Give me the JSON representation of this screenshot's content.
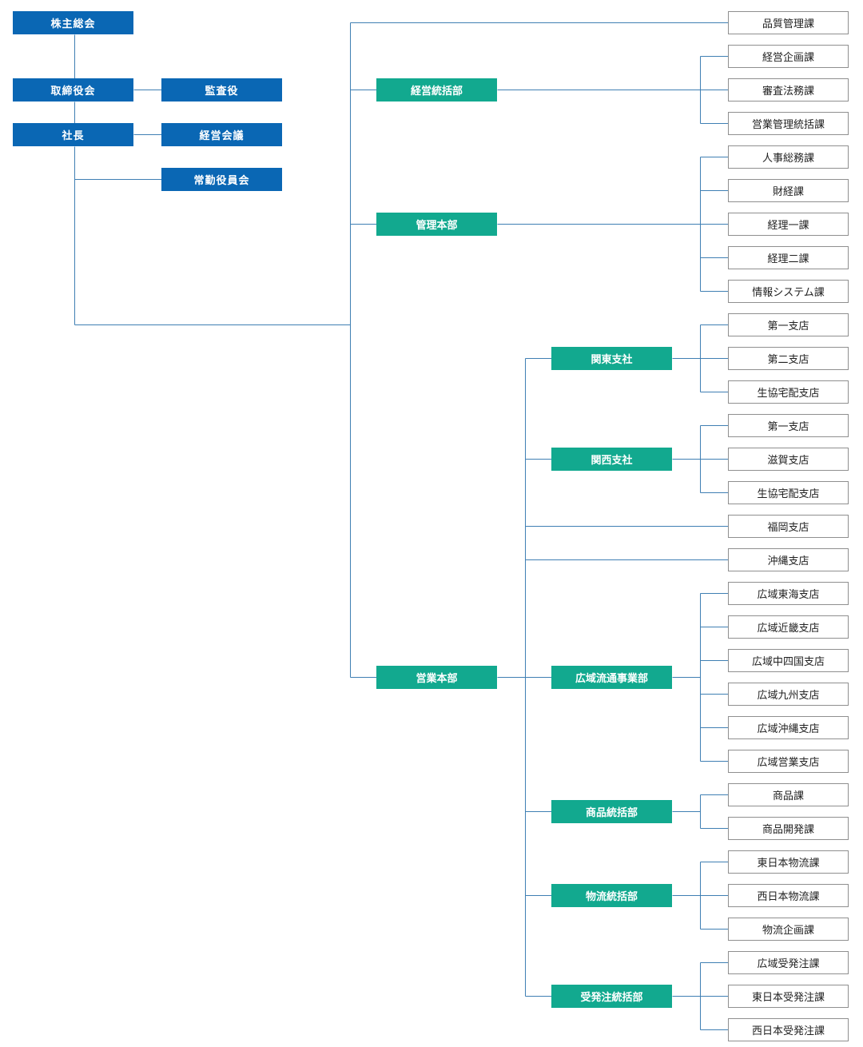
{
  "executive": {
    "shareholders": "株主総会",
    "board": "取締役会",
    "auditor": "監査役",
    "president": "社長",
    "management_council": "経営会議",
    "standing_committee": "常勤役員会"
  },
  "colors": {
    "executive": "#0a67b4",
    "division": "#12a98f",
    "unit_border": "#8f8f8f",
    "connector": "#3f7fb3"
  },
  "quality_control": "品質管理課",
  "management_planning_division": {
    "name": "経営統括部",
    "sections": [
      "経営企画課",
      "審査法務課",
      "営業管理統括課"
    ]
  },
  "administration_hq": {
    "name": "管理本部",
    "sections": [
      "人事総務課",
      "財経課",
      "経理一課",
      "経理二課",
      "情報システム課"
    ]
  },
  "sales_hq": {
    "name": "営業本部",
    "kanto": {
      "name": "関東支社",
      "branches": [
        "第一支店",
        "第二支店",
        "生協宅配支店"
      ]
    },
    "kansai": {
      "name": "関西支社",
      "branches": [
        "第一支店",
        "滋賀支店",
        "生協宅配支店"
      ]
    },
    "fukuoka": "福岡支店",
    "okinawa": "沖縄支店",
    "wide_area": {
      "name": "広域流通事業部",
      "branches": [
        "広域東海支店",
        "広域近畿支店",
        "広域中四国支店",
        "広域九州支店",
        "広域沖縄支店",
        "広域営業支店"
      ]
    },
    "merchandise": {
      "name": "商品統括部",
      "sections": [
        "商品課",
        "商品開発課"
      ]
    },
    "logistics": {
      "name": "物流統括部",
      "sections": [
        "東日本物流課",
        "西日本物流課",
        "物流企画課"
      ]
    },
    "orders": {
      "name": "受発注統括部",
      "sections": [
        "広域受発注課",
        "東日本受発注課",
        "西日本受発注課"
      ]
    }
  }
}
